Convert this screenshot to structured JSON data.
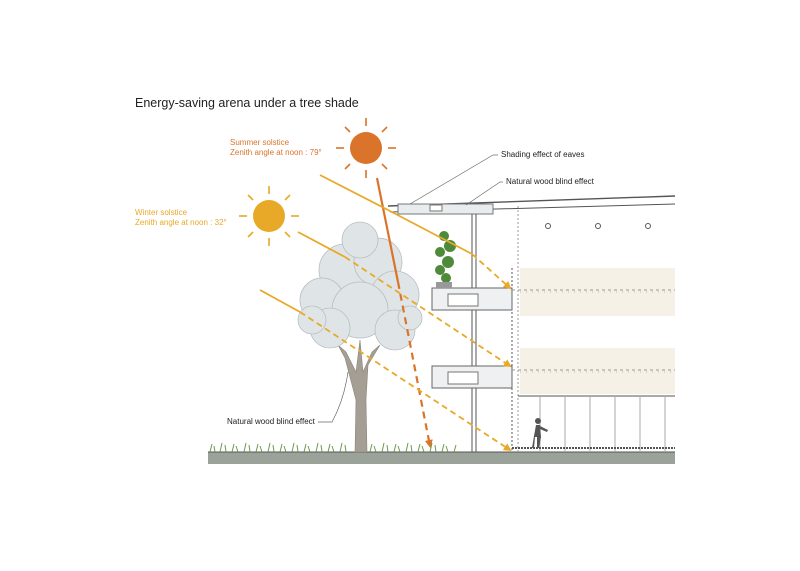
{
  "title": "Energy-saving arena under a tree shade",
  "summer": {
    "line1": "Summer solstice",
    "line2": "Zenith angle at noon : 79°",
    "color": "#d9742a"
  },
  "winter": {
    "line1": "Winter solstice",
    "line2": "Zenith angle at noon : 32°",
    "color": "#e8a928"
  },
  "labels": {
    "shading": "Shading effect of eaves",
    "blind_top": "Natural wood blind effect",
    "blind_tree": "Natural wood blind effect"
  },
  "colors": {
    "ground": "#9aa29a",
    "grass": "#6d9a4a",
    "tree_foliage": "#dfe4e6",
    "tree_trunk": "#a49e94",
    "building_line": "#555555",
    "interior_band": "#f6f1e7"
  }
}
